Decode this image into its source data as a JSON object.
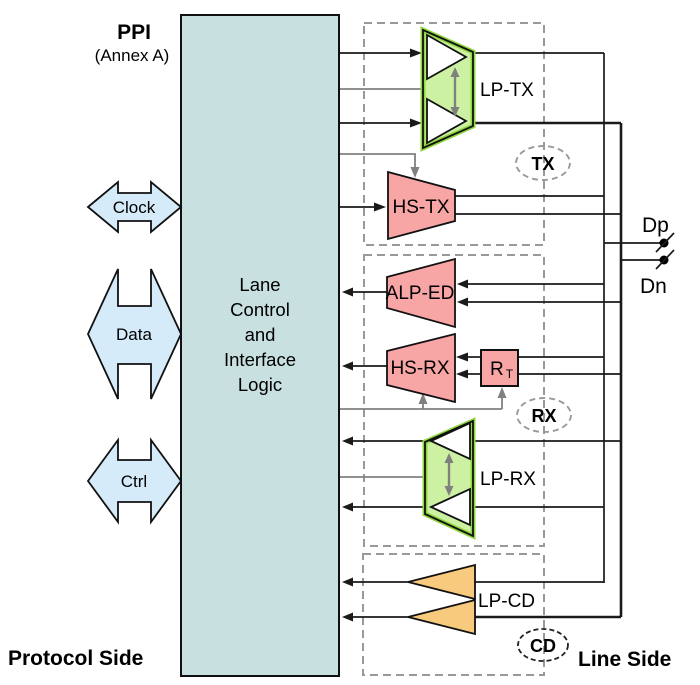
{
  "labels": {
    "ppi": "PPI",
    "ppi_sub": "(Annex A)",
    "protocol_side": "Protocol Side",
    "line_side": "Line Side",
    "dp": "Dp",
    "dn": "Dn"
  },
  "lane_control": {
    "lines": [
      "Lane",
      "Control",
      "and",
      "Interface",
      "Logic"
    ]
  },
  "ppi_arrows": [
    {
      "label": "Clock"
    },
    {
      "label": "Data"
    },
    {
      "label": "Ctrl"
    }
  ],
  "blocks": {
    "lp_tx": "LP-TX",
    "hs_tx": "HS-TX",
    "alp_ed": "ALP-ED",
    "hs_rx": "HS-RX",
    "rt_main": "R",
    "rt_sub": "T",
    "lp_rx": "LP-RX",
    "lp_cd": "LP-CD"
  },
  "groups": {
    "tx": "TX",
    "rx": "RX",
    "cd": "CD"
  },
  "colors": {
    "lane_control_fill": "#c8e0e0",
    "ppi_arrow_fill": "#d5ebfa",
    "green_fill": "#cdf1a2",
    "pink_fill": "#f7a5a5",
    "orange_fill": "#f8ca7d"
  }
}
